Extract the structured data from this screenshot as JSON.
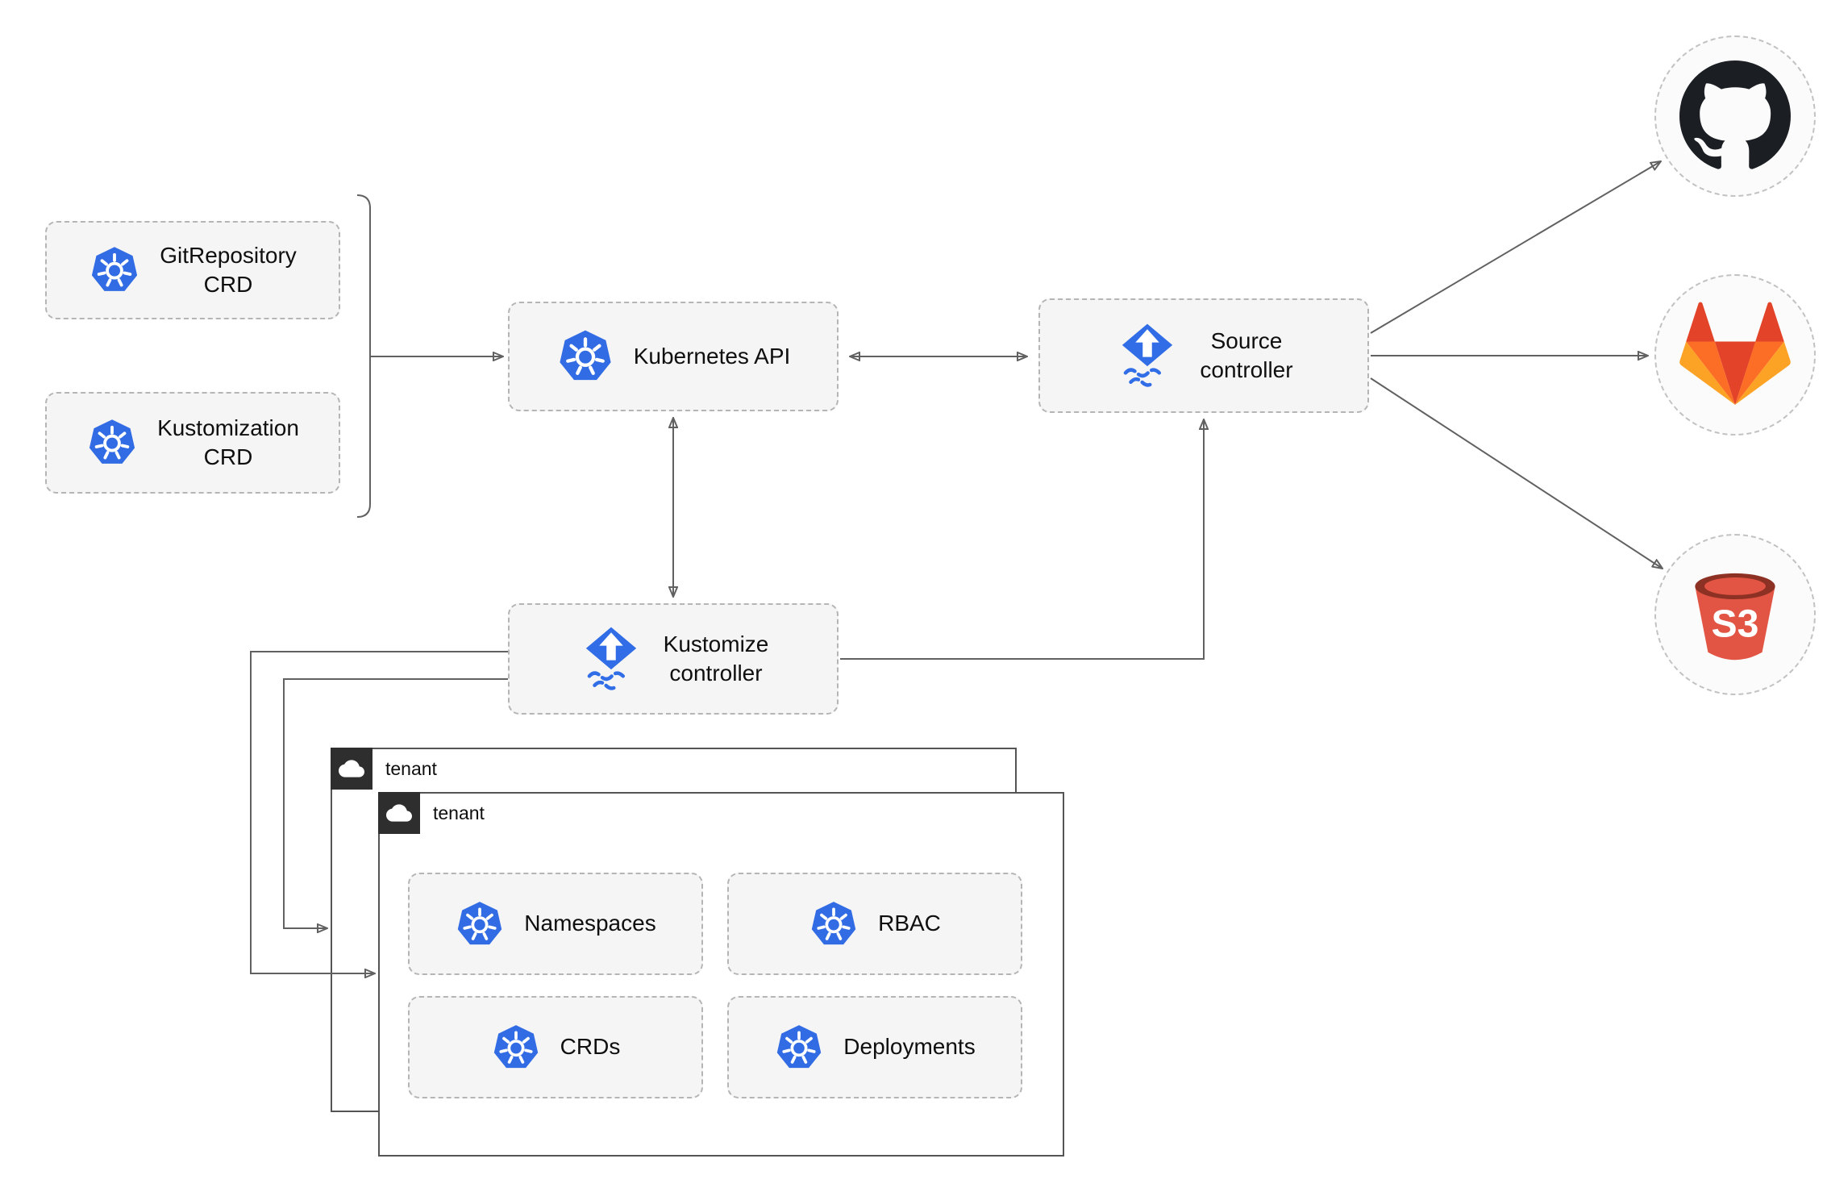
{
  "nodes": {
    "gitrepository_crd": {
      "line1": "GitRepository",
      "line2": "CRD"
    },
    "kustomization_crd": {
      "line1": "Kustomization",
      "line2": "CRD"
    },
    "kubernetes_api": {
      "label": "Kubernetes API"
    },
    "source_controller": {
      "line1": "Source",
      "line2": "controller"
    },
    "kustomize_controller": {
      "line1": "Kustomize",
      "line2": "controller"
    },
    "namespaces": {
      "label": "Namespaces"
    },
    "rbac": {
      "label": "RBAC"
    },
    "crds": {
      "label": "CRDs"
    },
    "deployments": {
      "label": "Deployments"
    }
  },
  "tenants": {
    "back": {
      "label": "tenant"
    },
    "front": {
      "label": "tenant"
    }
  },
  "external": {
    "github": {
      "icon": "github-icon"
    },
    "gitlab": {
      "icon": "gitlab-icon"
    },
    "s3": {
      "icon": "s3-bucket-icon",
      "icon_text": "S3"
    }
  },
  "icons": {
    "kubernetes": "kubernetes-wheel-icon",
    "flux": "flux-icon",
    "tenant_chip": "cloud-icon"
  },
  "edges": [
    {
      "from": "gitrepository_crd,kustomization_crd",
      "to": "kubernetes_api",
      "style": "arrow"
    },
    {
      "from": "kubernetes_api",
      "to": "source_controller",
      "style": "double-arrow"
    },
    {
      "from": "kubernetes_api",
      "to": "kustomize_controller",
      "style": "double-arrow"
    },
    {
      "from": "kustomize_controller",
      "to": "source_controller",
      "style": "arrow"
    },
    {
      "from": "source_controller",
      "to": "github",
      "style": "arrow"
    },
    {
      "from": "source_controller",
      "to": "gitlab",
      "style": "arrow"
    },
    {
      "from": "source_controller",
      "to": "s3",
      "style": "arrow"
    },
    {
      "from": "kustomize_controller",
      "to": "tenant_front",
      "style": "arrow"
    },
    {
      "from": "kustomize_controller",
      "to": "tenant_back",
      "style": "arrow"
    }
  ],
  "colors": {
    "kubernetes_blue": "#326ce5",
    "flux_blue": "#316de6",
    "github_dark": "#1b1f23",
    "gitlab_red": "#e24329",
    "gitlab_orange": "#fc6d26",
    "gitlab_yellow": "#fca326",
    "s3_red": "#e25444",
    "s3_dark": "#8c3123",
    "node_fill": "#f5f5f5",
    "node_border": "#b5b5b5",
    "line_gray": "#616161",
    "chip_dark": "#2e2e2e"
  }
}
